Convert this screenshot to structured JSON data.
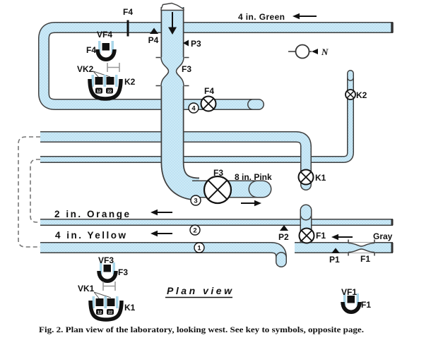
{
  "figure": {
    "caption": "Fig. 2.  Plan view of the laboratory, looking west.  See key to symbols, opposite page.",
    "view_label": "Plan view",
    "compass": "N"
  },
  "pipe_labels": {
    "green": "4 in. Green",
    "pink": "8 in. Pink",
    "orange": "2 in. Orange",
    "yellow": "4 in. Yellow",
    "gray": "Gray"
  },
  "instruments": {
    "f4_tick": "F4",
    "p4": "P4",
    "p3": "P3",
    "f3_venturi": "F3",
    "f4_valve": "F4",
    "k2_valve": "K2",
    "f3_valve": "F3",
    "k1_valve": "K1",
    "f1_valve": "F1",
    "p2": "P2",
    "p1": "P1",
    "f1_venturi": "F1"
  },
  "line_numbers": {
    "n1": "1",
    "n2": "2",
    "n3": "3",
    "n4": "4"
  },
  "legend": {
    "vf4": {
      "name": "VF4",
      "device": "F4"
    },
    "vk2": {
      "name": "VK2",
      "device": "K2",
      "ports": [
        "12",
        "22"
      ]
    },
    "vf3": {
      "name": "VF3",
      "device": "F3"
    },
    "vk1": {
      "name": "VK1",
      "device": "K1",
      "ports": [
        "12",
        "22"
      ]
    },
    "vf1": {
      "name": "VF1",
      "device": "F1"
    }
  },
  "colors": {
    "pipe_fill": "#cbe9f7",
    "pipe_edge": "#3f3f3f",
    "accent_bar": "#a9d6e9"
  }
}
